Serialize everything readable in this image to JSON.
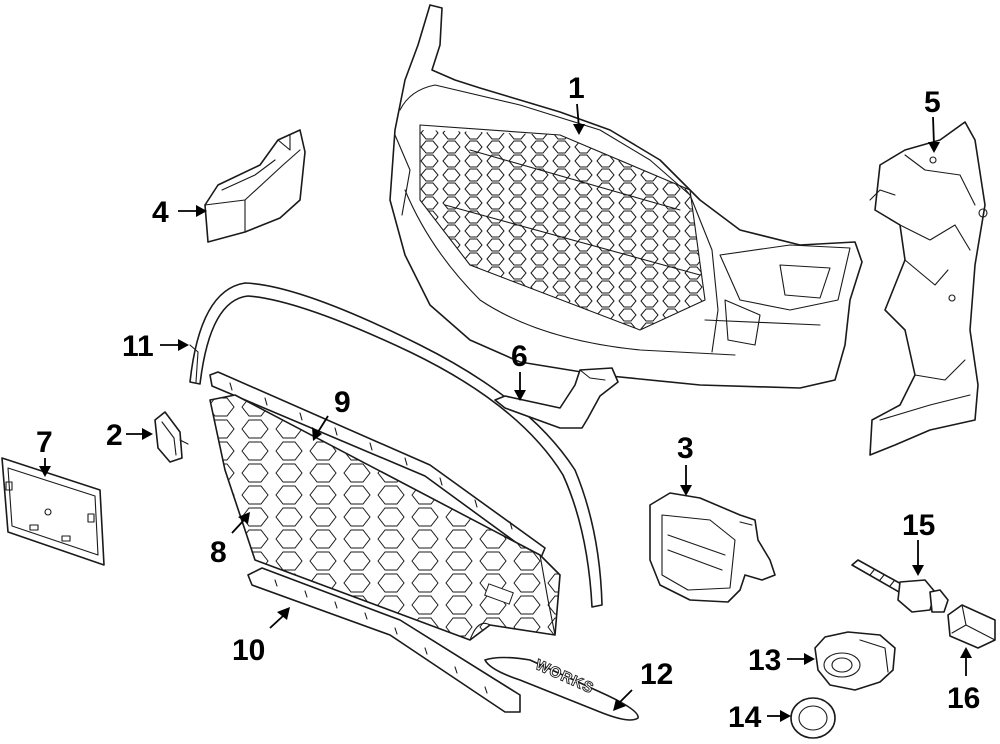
{
  "callouts": {
    "c1": "1",
    "c2": "2",
    "c3": "3",
    "c4": "4",
    "c5": "5",
    "c6": "6",
    "c7": "7",
    "c8": "8",
    "c9": "9",
    "c10": "10",
    "c11": "11",
    "c12": "12",
    "c13": "13",
    "c14": "14",
    "c15": "15",
    "c16": "16"
  },
  "emblem_text": "WORKS",
  "colors": {
    "line": "#1a1a1a",
    "background": "#ffffff"
  }
}
